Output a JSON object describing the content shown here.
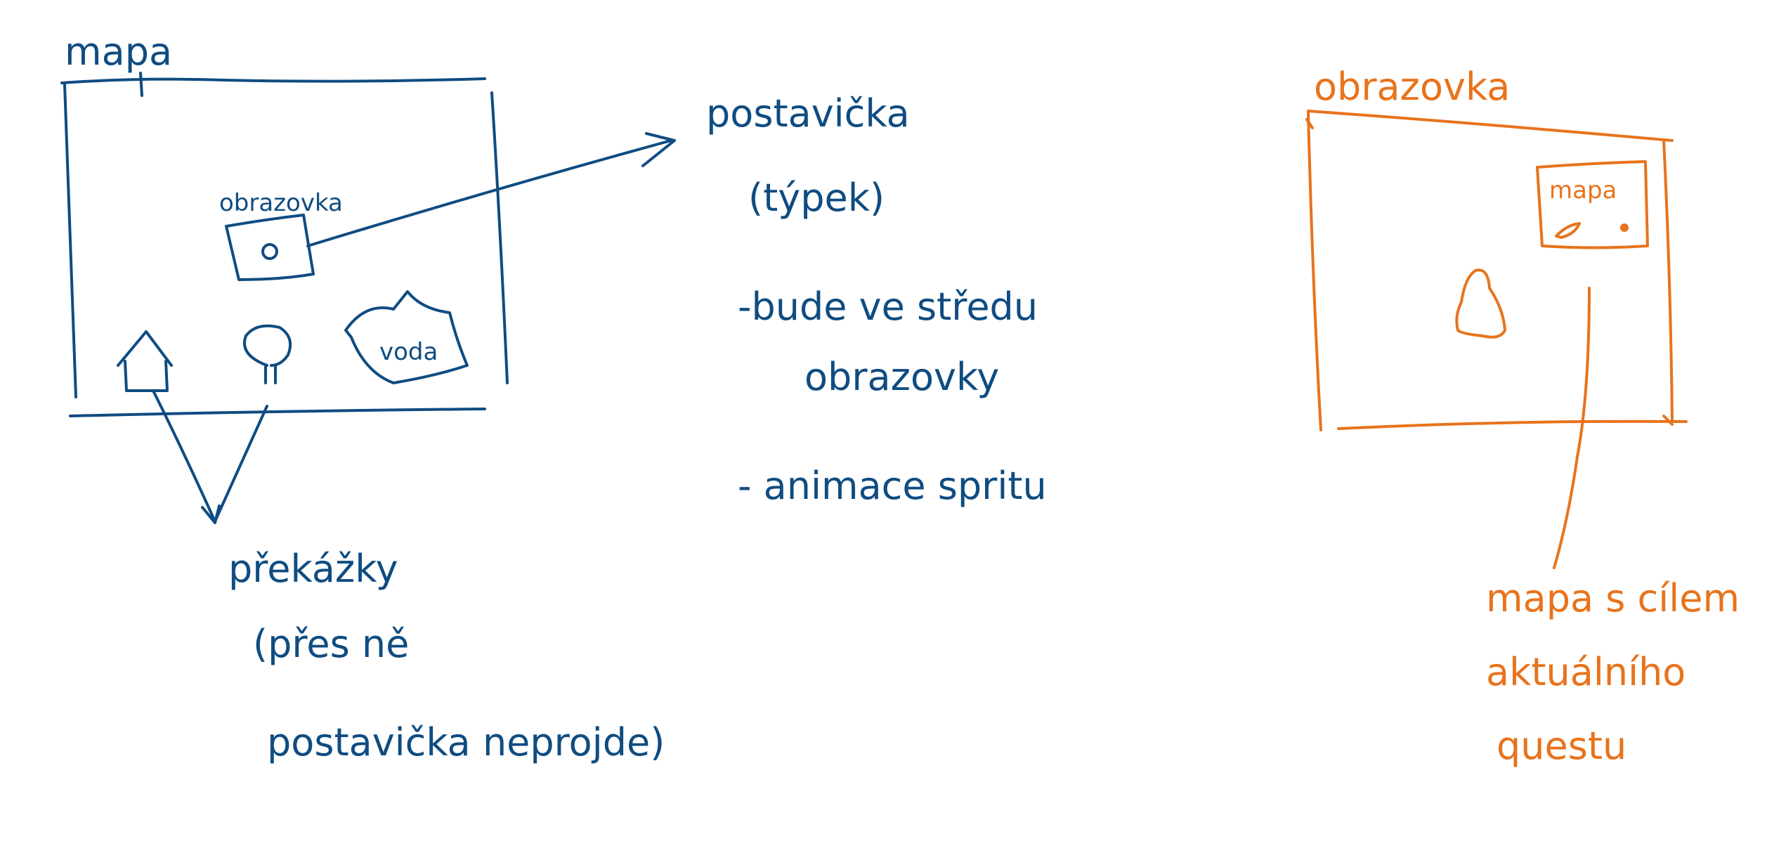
{
  "colors": {
    "blue": "#0f4c81",
    "orange": "#e8731c",
    "background": "#ffffff"
  },
  "left_sketch": {
    "map_label": "mapa",
    "screen_label": "obrazovka",
    "water_label": "voda",
    "icons": [
      "house-icon",
      "tree-icon",
      "character-icon"
    ]
  },
  "character_note": {
    "title": "postavička",
    "subtitle": "(týpek)",
    "bullet_1_line_1": "-bude ve středu",
    "bullet_1_line_2": "obrazovky",
    "bullet_2": "- animace spritu"
  },
  "obstacle_note": {
    "line_1": "překážky",
    "line_2": "(přes ně",
    "line_3": "postavička neprojde)"
  },
  "right_sketch": {
    "screen_label": "obrazovka",
    "minimap_label": "mapa",
    "icons": [
      "character-icon",
      "arrow-marker-icon",
      "dot-marker-icon"
    ]
  },
  "minimap_note": {
    "line_1": "mapa s cílem",
    "line_2": "aktuálního",
    "line_3": "questu"
  }
}
